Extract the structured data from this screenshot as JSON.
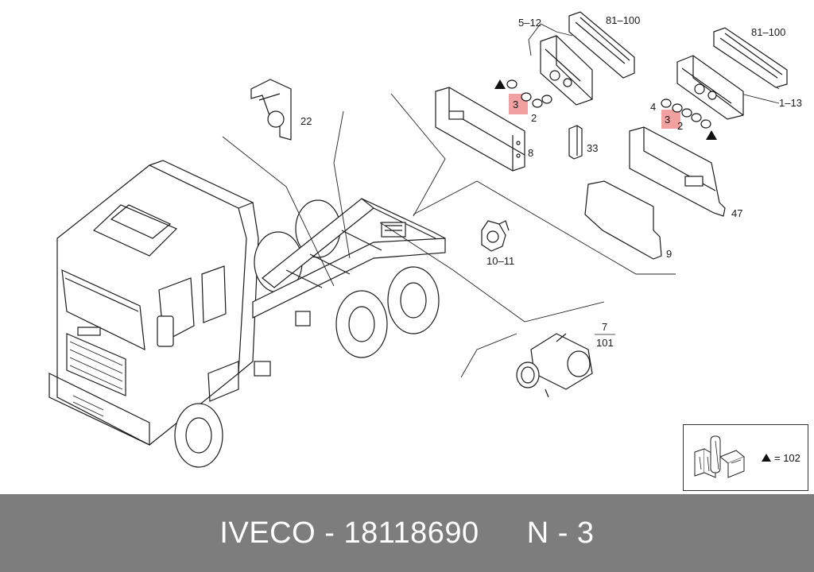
{
  "parts": {
    "p5_12": "5–12",
    "p81_100_a": "81–100",
    "p81_100_b": "81–100",
    "p1_13": "1–13",
    "p22": "22",
    "p3_a": "3",
    "p2_a": "2",
    "p8": "8",
    "p33": "33",
    "p4": "4",
    "p3_b": "3",
    "p2_b": "2",
    "p47": "47",
    "p9": "9",
    "p10_11": "10–11",
    "p7": "7",
    "p101": "101"
  },
  "legend": {
    "symbol": "▲",
    "text": "= 102"
  },
  "footer": {
    "brand_part": "IVECO - 18118690",
    "page_ref": "N - 3"
  },
  "colors": {
    "highlight": "#f2a0a0",
    "footer_bg": "#7d7d7d"
  }
}
